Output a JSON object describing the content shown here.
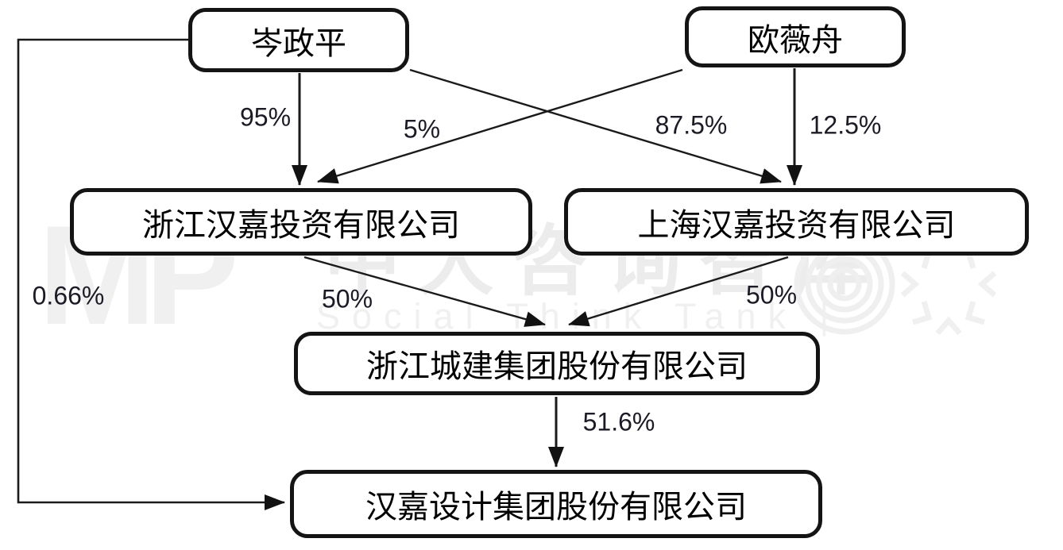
{
  "diagram": {
    "type": "ownership-structure",
    "nodes": [
      {
        "id": "cen-zhengping",
        "label": "岑政平"
      },
      {
        "id": "ou-weizhou",
        "label": "欧薇舟"
      },
      {
        "id": "zhejiang-hanjia",
        "label": "浙江汉嘉投资有限公司"
      },
      {
        "id": "shanghai-hanjia",
        "label": "上海汉嘉投资有限公司"
      },
      {
        "id": "zhejiang-chengjian",
        "label": "浙江城建集团股份有限公司"
      },
      {
        "id": "hanjia-design",
        "label": "汉嘉设计集团股份有限公司"
      }
    ],
    "edges": [
      {
        "from": "岑政平",
        "to": "浙江汉嘉投资有限公司",
        "label": "95%"
      },
      {
        "from": "岑政平",
        "to": "上海汉嘉投资有限公司",
        "label": "87.5%"
      },
      {
        "from": "欧薇舟",
        "to": "浙江汉嘉投资有限公司",
        "label": "5%"
      },
      {
        "from": "欧薇舟",
        "to": "上海汉嘉投资有限公司",
        "label": "12.5%"
      },
      {
        "from": "浙江汉嘉投资有限公司",
        "to": "浙江城建集团股份有限公司",
        "label": "50%"
      },
      {
        "from": "上海汉嘉投资有限公司",
        "to": "浙江城建集团股份有限公司",
        "label": "50%"
      },
      {
        "from": "浙江城建集团股份有限公司",
        "to": "汉嘉设计集团股份有限公司",
        "label": "51.6%"
      },
      {
        "from": "岑政平",
        "to": "汉嘉设计集团股份有限公司",
        "label": "0.66%"
      }
    ],
    "watermark": {
      "logo": "MP",
      "cn": "中大咨询智库",
      "en": "Social Think Tank |",
      "plus": "+"
    },
    "colors": {
      "line": "#1a1a1a",
      "box_border": "#141414",
      "label_text": "#1b1b26",
      "watermark": "#f0efef"
    }
  }
}
